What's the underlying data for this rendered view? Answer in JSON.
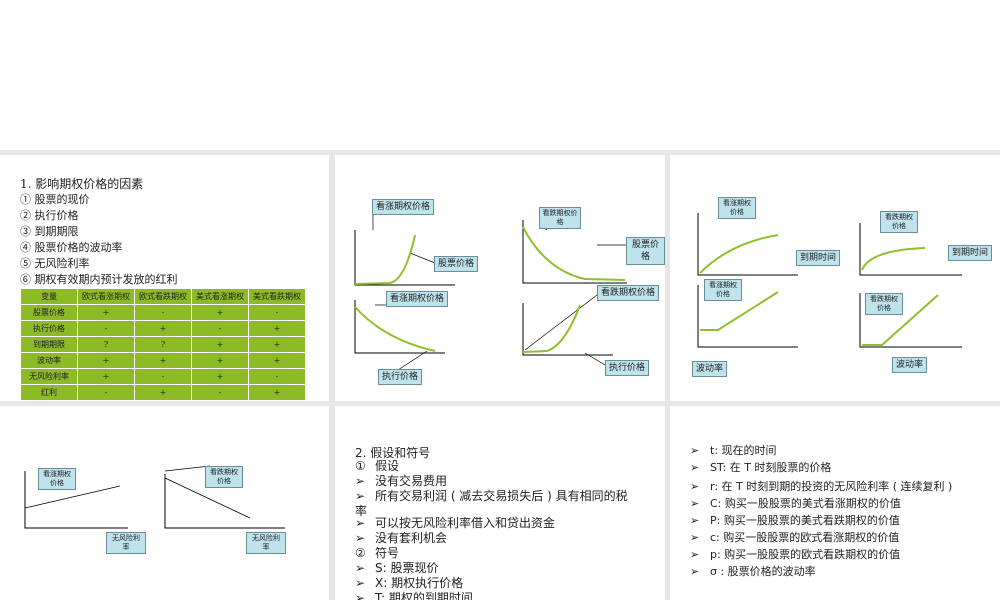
{
  "slide1": {
    "title": "1.   影响期权价格的因素",
    "factors": [
      "①   股票的现价",
      "②   执行价格",
      "③   到期期限",
      "④   股票价格的波动率",
      "⑤   无风险利率",
      "⑥   期权有效期内预计发放的红利"
    ],
    "table": {
      "headers": [
        "变量",
        "欧式看涨期权",
        "欧式看跌期权",
        "美式看涨期权",
        "美式看跌期权"
      ],
      "rows": [
        [
          "股票价格",
          "+",
          "-",
          "+",
          "-"
        ],
        [
          "执行价格",
          "-",
          "+",
          "-",
          "+"
        ],
        [
          "到期期限",
          "?",
          "?",
          "+",
          "+"
        ],
        [
          "波动率",
          "+",
          "+",
          "+",
          "+"
        ],
        [
          "无风险利率",
          "+",
          "-",
          "+",
          "-"
        ],
        [
          "红利",
          "-",
          "+",
          "-",
          "+"
        ]
      ]
    }
  },
  "slide2": {
    "labels": [
      "看涨期权价格",
      "股票价格",
      "看跌期权价格",
      "股票价格",
      "看涨期权价格",
      "执行价格",
      "看跌期权价格",
      "执行价格"
    ]
  },
  "slide3": {
    "labels": [
      "看涨期权价格",
      "到期时间",
      "看跌期权价格",
      "到期时间",
      "看涨期权价格",
      "波动率",
      "看跌期权价格",
      "波动率"
    ]
  },
  "slide4": {
    "labels": [
      "看涨期权价格",
      "无风险利率",
      "看跌期权价格",
      "无风险利率"
    ]
  },
  "slide5": {
    "title": "2.   假设和符号",
    "items": [
      {
        "m": "①",
        "t": "假设"
      },
      {
        "m": "➢",
        "t": "没有交易费用"
      },
      {
        "m": "➢",
        "t": "所有交易利润 ( 减去交易损失后 ) 具有相同的税率"
      },
      {
        "m": "➢",
        "t": "可以按无风险利率借入和贷出资金"
      },
      {
        "m": "➢",
        "t": "没有套利机会"
      },
      {
        "m": "②",
        "t": "符号"
      },
      {
        "m": "➢",
        "t": "S: 股票现价"
      },
      {
        "m": "➢",
        "t": "X: 期权执行价格"
      },
      {
        "m": "➢",
        "t": "T: 期权的到期时间"
      }
    ]
  },
  "slide6": {
    "items": [
      "t: 现在的时间",
      "ST: 在 T 时刻股票的价格",
      "r: 在 T 时刻到期的投资的无风险利率 ( 连续复利 )",
      "C: 购买一股股票的美式看涨期权的价值",
      "P: 购买一股股票的美式看跌期权的价值",
      "c: 购买一股股票的欧式看涨期权的价值",
      "p: 购买一股股票的欧式看跌期权的价值",
      "σ : 股票价格的波动率"
    ]
  },
  "colors": {
    "curve": "#8fbf2a",
    "table": "#8dbb27",
    "label_bg": "#bfe3ec"
  }
}
